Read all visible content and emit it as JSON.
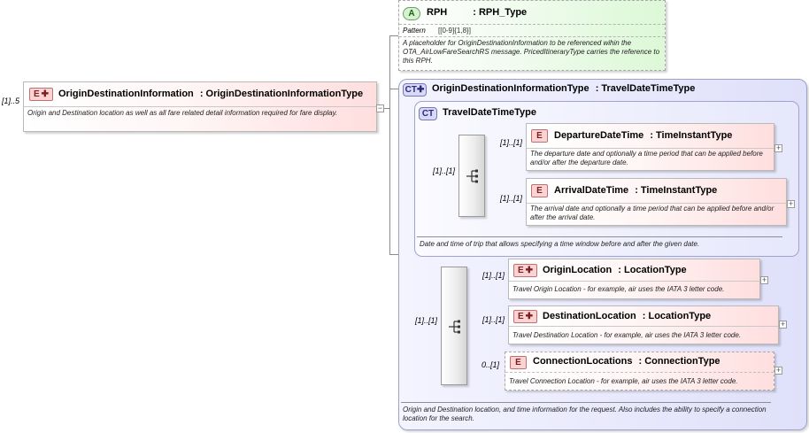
{
  "root_element": {
    "multiplicity": "[1]..5",
    "badge": "E",
    "name": "OriginDestinationInformation",
    "type_sep": ":",
    "type": "OriginDestinationInformationType",
    "description": "Origin and Destination location as well as all fare related detail information required for fare display."
  },
  "attribute": {
    "badge": "A",
    "name": "RPH",
    "type_sep": ":",
    "type": "RPH_Type",
    "pattern_label": "Pattern",
    "pattern_value": "[[0-9]{1,8}]",
    "description": "A placeholder for OriginDestinationInformation to be referenced wihin the OTA_AirLowFareSearchRS message. PricedItineraryType carries the reference to this RPH."
  },
  "complex_type": {
    "badge": "CT",
    "name": "OriginDestinationInformationType",
    "type_sep": ":",
    "type": "TravelDateTimeType",
    "description": "Origin and Destination location, and time information for the request. Also includes the ability to specify a connection location for the search."
  },
  "inner_type": {
    "badge": "CT",
    "name": "TravelDateTimeType",
    "description": "Date and time of trip that allows specifying a time window before and after the given date.",
    "sequence_multiplicity": "[1]..[1]",
    "elements": [
      {
        "multiplicity": "[1]..[1]",
        "badge": "E",
        "name": "DepartureDateTime",
        "type_sep": ":",
        "type": "TimeInstantType",
        "description": "The departure date and optionally a time period that can be applied before and/or after the departure date."
      },
      {
        "multiplicity": "[1]..[1]",
        "badge": "E",
        "name": "ArrivalDateTime",
        "type_sep": ":",
        "type": "TimeInstantType",
        "description": "The arrival date and optionally a time period that can be applied before and/or after the arrival date."
      }
    ]
  },
  "outer_sequence": {
    "multiplicity": "[1]..[1]",
    "elements": [
      {
        "multiplicity": "[1]..[1]",
        "badge": "E",
        "name": "OriginLocation",
        "type_sep": ":",
        "type": "LocationType",
        "description": "Travel Origin Location - for example, air uses the IATA 3 letter code."
      },
      {
        "multiplicity": "[1]..[1]",
        "badge": "E",
        "name": "DestinationLocation",
        "type_sep": ":",
        "type": "LocationType",
        "description": "Travel Destination Location - for example, air uses the IATA 3 letter code."
      },
      {
        "multiplicity": "0..[1]",
        "badge": "E",
        "name": "ConnectionLocations",
        "type_sep": ":",
        "type": "ConnectionType",
        "description": "Travel Connection Location - for example, air uses the IATA 3 letter code."
      }
    ]
  },
  "expand_symbol": "+",
  "collapse_symbol": "−",
  "colors": {
    "element_header": "#ffdede",
    "attribute_bg": "#e6fae2",
    "complex_type_bg": "#e8e8fb",
    "connector": "#8a8a8a"
  }
}
